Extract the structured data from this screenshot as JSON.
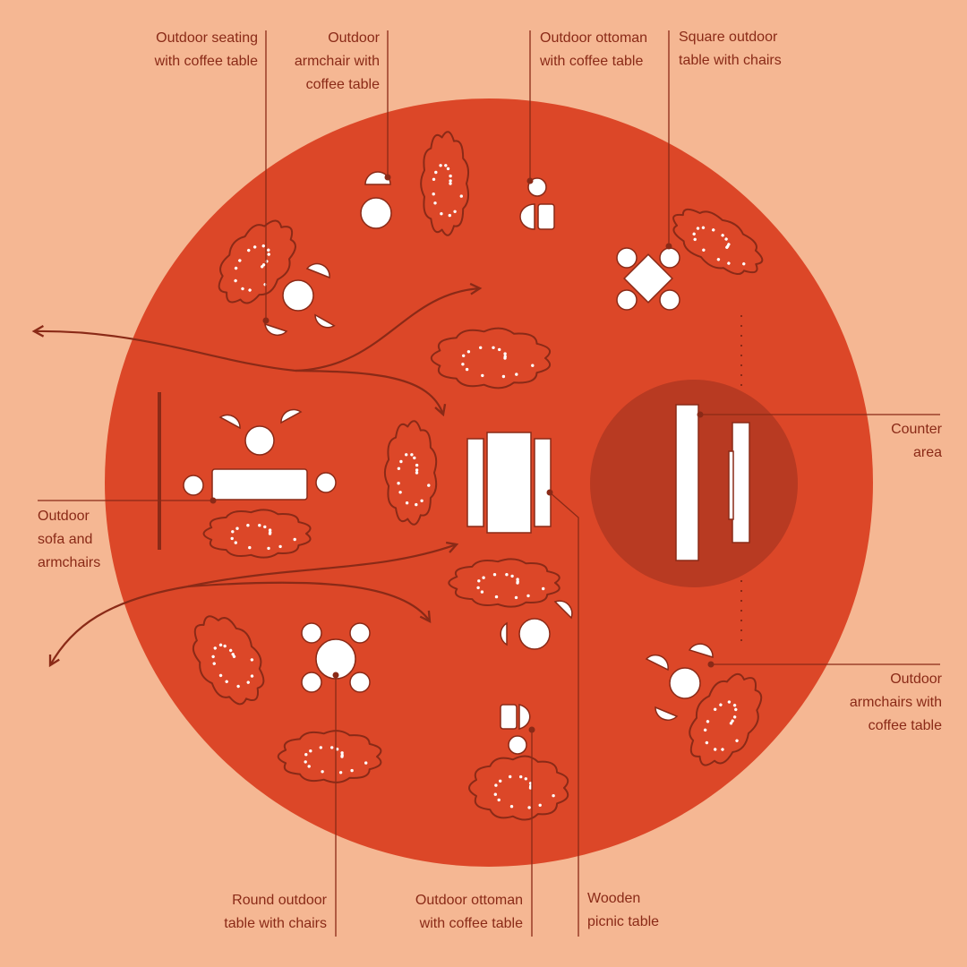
{
  "colors": {
    "background": "#f5b793",
    "plaza": "#dc4728",
    "counter_zone": "#b83a22",
    "furniture": "#ffffff",
    "outline": "#8a2a17",
    "text": "#8a2a17"
  },
  "labels": {
    "outdoor_seating": "Outdoor seating\nwith coffee table",
    "armchair_top": "Outdoor\narmchair with\ncoffee table",
    "ottoman_top": "Outdoor ottoman\nwith coffee table",
    "square_table": "Square outdoor\ntable with chairs",
    "counter": "Counter\narea",
    "sofa": "Outdoor\nsofa and\narmchairs",
    "armchairs_right": "Outdoor\narmchairs with\ncoffee table",
    "round_table": "Round outdoor\ntable with chairs",
    "ottoman_bottom": "Outdoor ottoman\nwith coffee table",
    "picnic_table": "Wooden\npicnic table"
  }
}
